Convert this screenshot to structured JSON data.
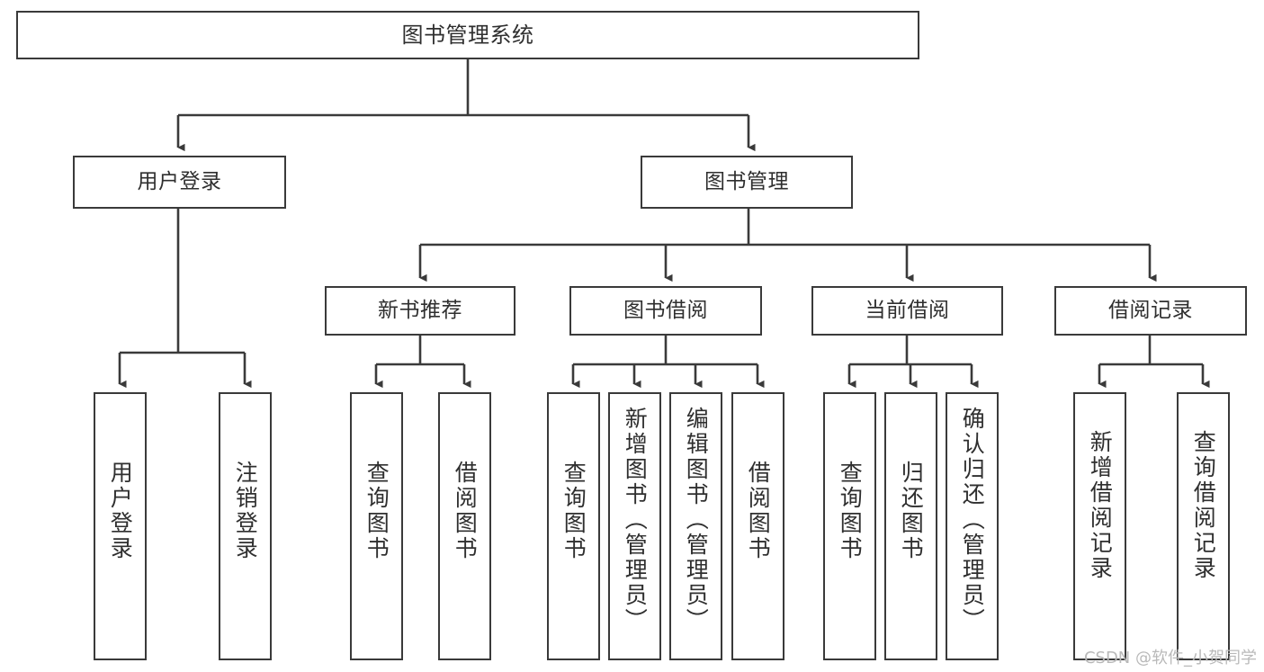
{
  "diagram": {
    "type": "tree",
    "title": "图书管理系统",
    "orientation": "top-down",
    "edge_style": "orthogonal-arrow",
    "colors": {
      "box_border": "#3a3a3a",
      "box_fill": "#ffffff",
      "text": "#2f2f2f",
      "edge": "#3a3a3a",
      "background": "#ffffff",
      "watermark": "#b9b9b9"
    },
    "nodes": {
      "root": {
        "label": "图书管理系统"
      },
      "level2": [
        {
          "id": "user-login",
          "label": "用户登录"
        },
        {
          "id": "book-management",
          "label": "图书管理"
        }
      ],
      "level3": [
        {
          "id": "new-book-recommend",
          "label": "新书推荐"
        },
        {
          "id": "book-borrow",
          "label": "图书借阅"
        },
        {
          "id": "current-borrow",
          "label": "当前借阅"
        },
        {
          "id": "borrow-record",
          "label": "借阅记录"
        }
      ],
      "leaves": {
        "user-login": [
          {
            "id": "leaf-user-login",
            "label": "用户登录"
          },
          {
            "id": "leaf-logout-login",
            "label": "注销登录"
          }
        ],
        "new-book-recommend": [
          {
            "id": "leaf-query-book-1",
            "label": "查询图书"
          },
          {
            "id": "leaf-borrow-book-1",
            "label": "借阅图书"
          }
        ],
        "book-borrow": [
          {
            "id": "leaf-query-book-2",
            "label": "查询图书"
          },
          {
            "id": "leaf-add-book",
            "label": "新增图书（管理员）"
          },
          {
            "id": "leaf-edit-book",
            "label": "编辑图书（管理员）"
          },
          {
            "id": "leaf-borrow-book-2",
            "label": "借阅图书"
          }
        ],
        "current-borrow": [
          {
            "id": "leaf-query-book-3",
            "label": "查询图书"
          },
          {
            "id": "leaf-return-book",
            "label": "归还图书"
          },
          {
            "id": "leaf-confirm-return",
            "label": "确认归还（管理员）"
          }
        ],
        "borrow-record": [
          {
            "id": "leaf-add-record",
            "label": "新增借阅记录"
          },
          {
            "id": "leaf-query-record",
            "label": "查询借阅记录"
          }
        ]
      }
    }
  },
  "watermark": {
    "text": "CSDN @软件_小贺同学"
  }
}
